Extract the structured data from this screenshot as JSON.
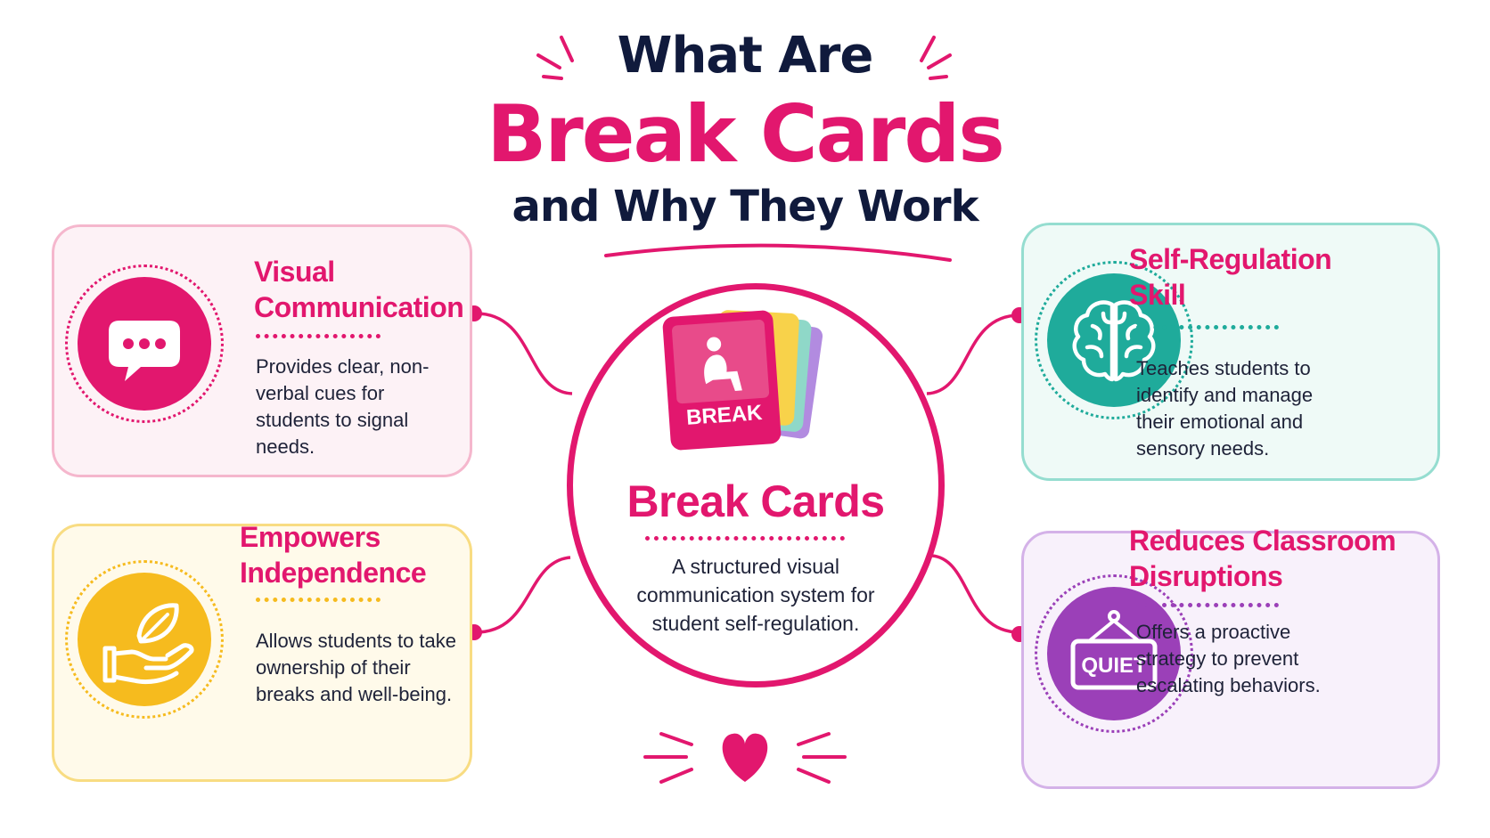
{
  "title": {
    "line1": "What Are",
    "line2": "Break Cards",
    "line3": "and Why They Work"
  },
  "center": {
    "card_label": "BREAK",
    "title": "Break Cards",
    "description": "A structured visual communication system for student self-regulation."
  },
  "cards": [
    {
      "id": "visual-communication",
      "title_line1": "Visual",
      "title_line2": "Communication",
      "body": "Provides clear, non-verbal cues for students to signal needs.",
      "icon": "speech-bubble-icon",
      "color": "#e2176e"
    },
    {
      "id": "empowers-independence",
      "title_line1": "Empowers",
      "title_line2": "Independence",
      "body": "Allows students to take ownership of their breaks and well-being.",
      "icon": "hand-leaf-icon",
      "color": "#f6bb1e"
    },
    {
      "id": "self-regulation-skill",
      "title_line1": "Self-Regulation",
      "title_line2": "Skill",
      "body": "Teaches students to identify and manage their emotional and sensory needs.",
      "icon": "brain-icon",
      "color": "#1fab9b"
    },
    {
      "id": "reduces-classroom-disruptions",
      "title_line1": "Reduces Classroom",
      "title_line2": "Disruptions",
      "body": "Offers a proactive strategy to prevent escalating behaviors.",
      "icon": "quiet-sign-icon",
      "sign_text": "QUIET",
      "color": "#9b40b8"
    }
  ],
  "colors": {
    "accent": "#e2176e",
    "heading": "#101a3c"
  }
}
